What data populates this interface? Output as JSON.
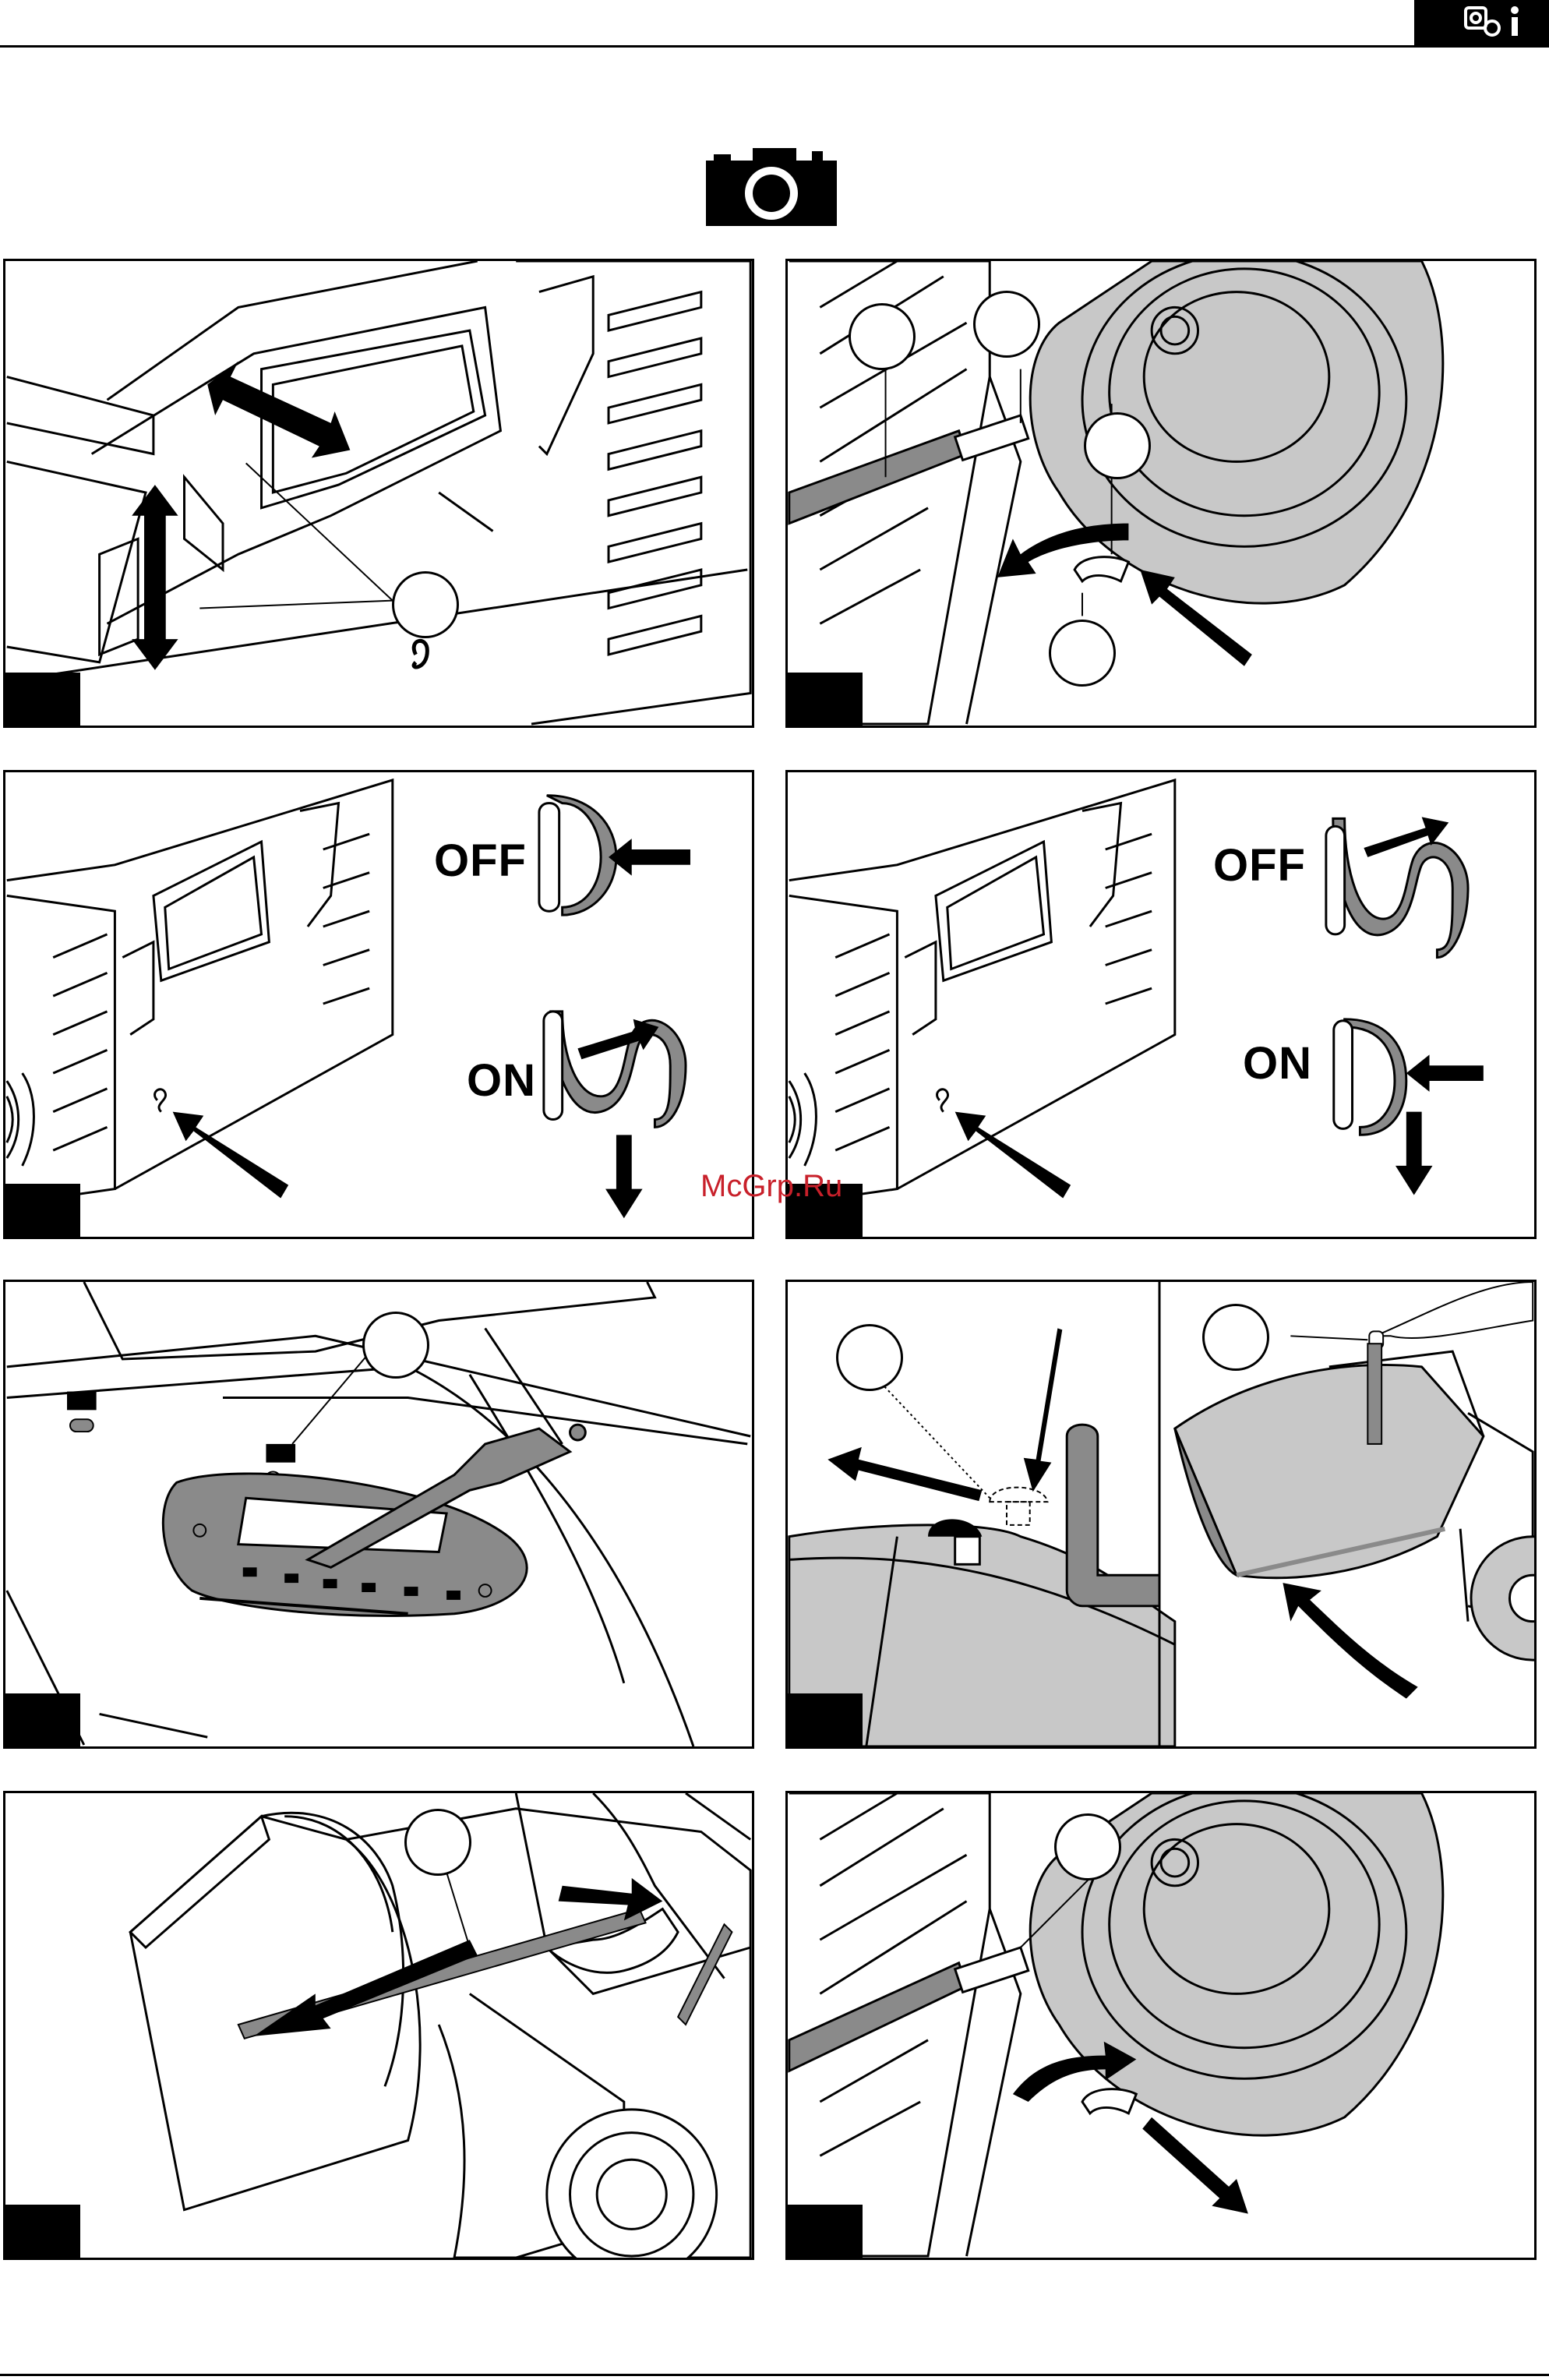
{
  "header": {
    "icons": [
      "gears-icon",
      "info-icon"
    ]
  },
  "section_icon": "camera-icon",
  "panels": [
    {
      "id": "p1",
      "callouts": 1
    },
    {
      "id": "p2",
      "callouts": 4
    },
    {
      "id": "p3",
      "labels": {
        "off": "OFF",
        "on": "ON"
      }
    },
    {
      "id": "p4",
      "labels": {
        "off": "OFF",
        "on": "ON"
      }
    },
    {
      "id": "p5",
      "callouts": 1
    },
    {
      "id": "p6",
      "callouts": 2
    },
    {
      "id": "p7",
      "callouts": 1
    },
    {
      "id": "p8",
      "callouts": 1
    }
  ],
  "watermark": "McGrp.Ru",
  "colors": {
    "ink": "#000000",
    "gray": "#8a8a8a",
    "light_gray": "#c8c8c8",
    "watermark": "#c8202a"
  }
}
